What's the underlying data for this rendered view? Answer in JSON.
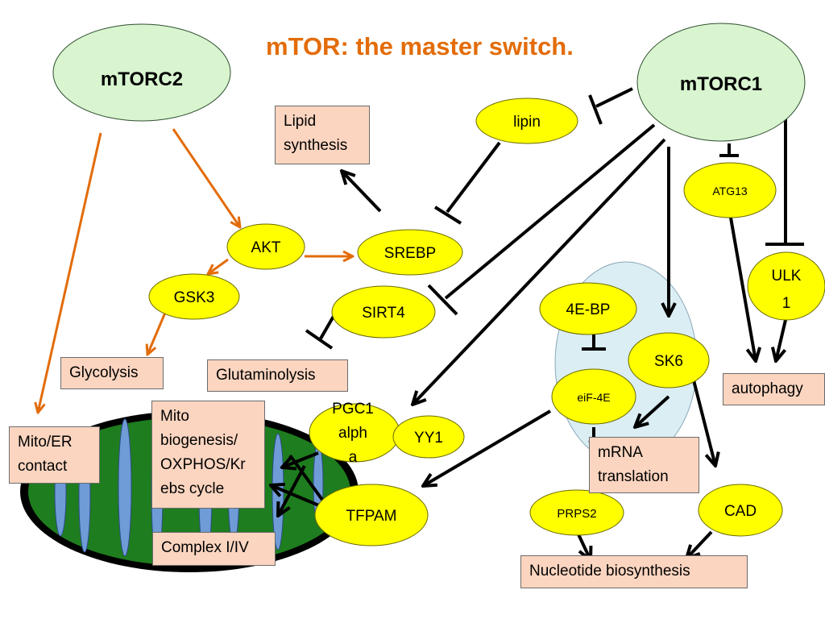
{
  "title": "mTOR: the master switch.",
  "nodes": {
    "mtorc2": "mTORC2",
    "mtorc1": "mTORC1",
    "lipin": "lipin",
    "atg13": "ATG13",
    "akt": "AKT",
    "srebp": "SREBP",
    "gsk3": "GSK3",
    "sirt4": "SIRT4",
    "ulk1_line1": "ULK",
    "ulk1_line2": "1",
    "four_e_bp": "4E-BP",
    "sk6": "SK6",
    "eif4e": "eiF-4E",
    "pgc1_line1": "PGC1",
    "pgc1_line2": "alph",
    "pgc1_line3": "a",
    "yy1": "YY1",
    "tfpam": "TFPAM",
    "prps2": "PRPS2",
    "cad": "CAD"
  },
  "boxes": {
    "lipid_line1": "Lipid",
    "lipid_line2": "synthesis",
    "glycolysis": "Glycolysis",
    "glutaminolysis": "Glutaminolysis",
    "autophagy": "autophagy",
    "mito_er_line1": "Mito/ER",
    "mito_er_line2": "contact",
    "mito_bio_line1": "Mito",
    "mito_bio_line2": "biogenesis/",
    "mito_bio_line3": "OXPHOS/Kr",
    "mito_bio_line4": "ebs cycle",
    "complex": "Complex I/IV",
    "mrna_line1": "mRNA",
    "mrna_line2": "translation",
    "nucleotide": "Nucleotide biosynthesis"
  },
  "colors": {
    "title": "#e36c09",
    "mtorc_fill": "#d8f5d0",
    "node_fill": "#ffff00",
    "box_fill": "#fbd5c0",
    "orange_arrow": "#e36c09",
    "mito_fill": "#1e7d1e",
    "cristae": "#6f9bd6",
    "cell_fill": "#dbeef4"
  }
}
